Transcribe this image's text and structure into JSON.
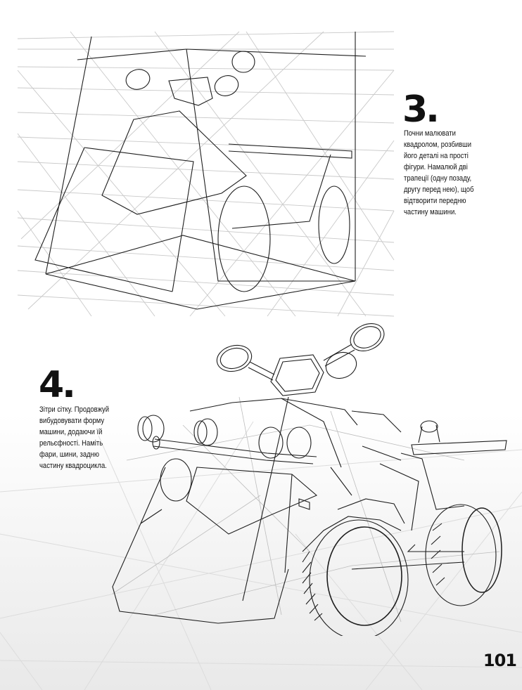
{
  "step3": {
    "number": "3.",
    "text_lines": [
      "Почни малювати",
      "квадролом, розбивши",
      "його деталі на прості",
      "фігури. Намалюй дві",
      "трапеції (одну позаду,",
      "другу перед нею), щоб",
      "відтворити передню",
      "частину машини."
    ]
  },
  "step4": {
    "number": "4.",
    "text_lines": [
      "Зітри сітку. Продовжуй",
      "вибудовувати форму",
      "машини, додаючи їй",
      "рельєфності. Наміть",
      "фари, шини, задню",
      "частину квадроцикла."
    ]
  },
  "page_number": "101"
}
